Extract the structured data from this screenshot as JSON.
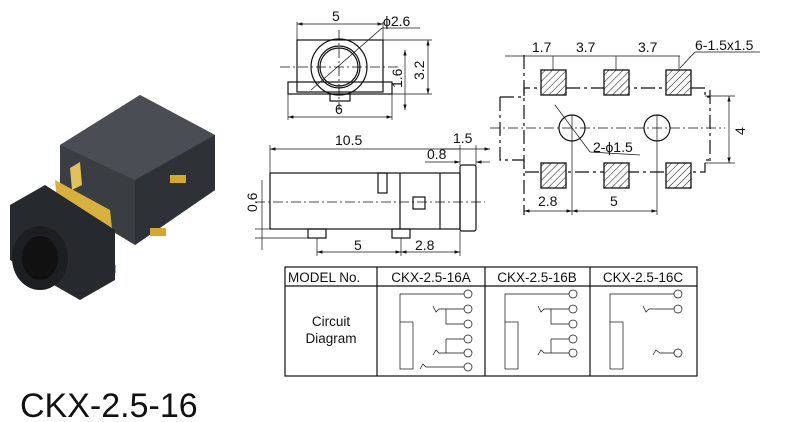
{
  "product_label": "CKX-2.5-16",
  "front_view": {
    "width": "5",
    "diameter": "ϕ2.6",
    "base_width": "6",
    "center_height": "1.6",
    "height": "3.2"
  },
  "side_view": {
    "length": "10.5",
    "flange": "1.5",
    "offset": "0.8",
    "height": "0.6",
    "pin_spacing": "5",
    "pin_offset": "2.8"
  },
  "footprint": {
    "pitch_1": "1.7",
    "pitch_2": "3.7",
    "pitch_3": "3.7",
    "pads": "6-1.5x1.5",
    "holes": "2-ϕ1.5",
    "row_spacing": "4",
    "hole_offset": "2.8",
    "hole_spacing": "5"
  },
  "table": {
    "header_label": "MODEL No.",
    "row_label_1": "Circuit",
    "row_label_2": "Diagram",
    "models": [
      "CKX-2.5-16A",
      "CKX-2.5-16B",
      "CKX-2.5-16C"
    ]
  }
}
